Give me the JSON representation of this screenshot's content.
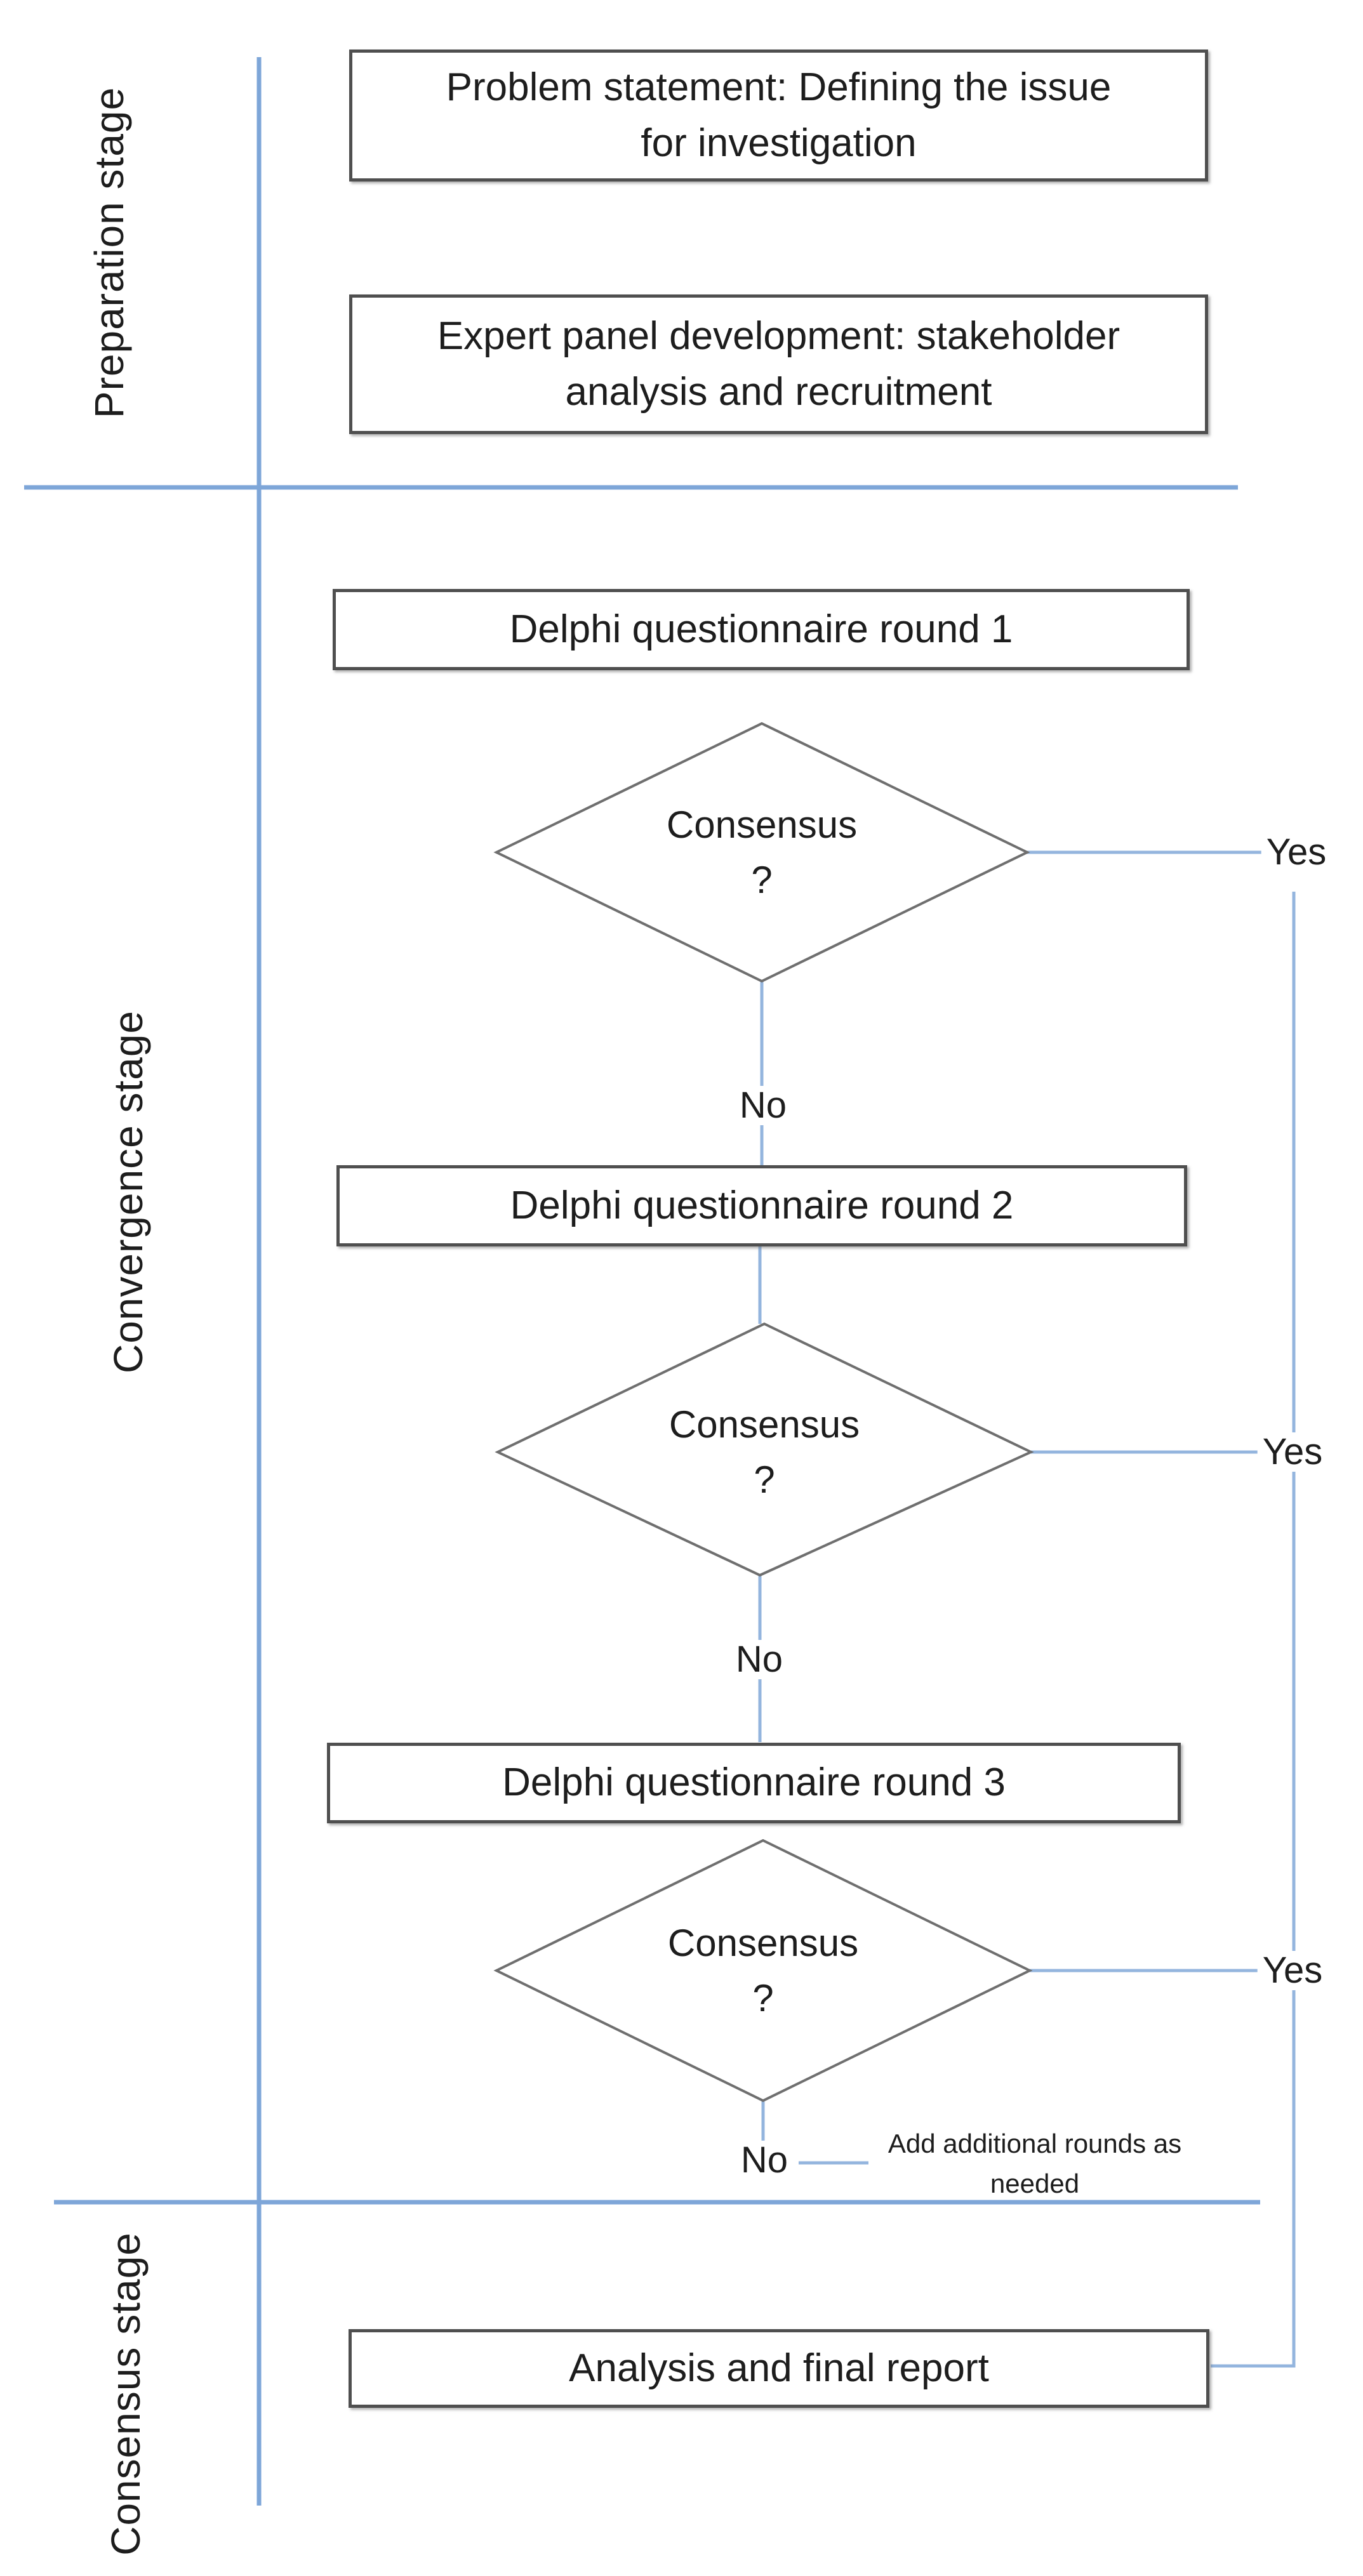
{
  "title": "Delphi process flowchart",
  "colors": {
    "accent_blue_strong": "#7ea6d8",
    "accent_blue_light": "#94b5de",
    "box_border_gray": "#4f4f4f",
    "diamond_border_gray": "#6f6f6f",
    "text_color": "#1d1d1d"
  },
  "stages": {
    "preparation": "Preparation stage",
    "convergence": "Convergence stage",
    "consensus": "Consensus stage"
  },
  "boxes": {
    "problem": {
      "line1": "Problem statement: Defining the issue",
      "line2": "for investigation"
    },
    "expert": {
      "line1": "Expert panel development: stakeholder",
      "line2": "analysis and recruitment"
    },
    "round1": {
      "label": "Delphi questionnaire round 1"
    },
    "round2": {
      "label": "Delphi questionnaire round 2"
    },
    "round3": {
      "label": "Delphi questionnaire round 3"
    },
    "final": {
      "label": "Analysis and final report"
    }
  },
  "decision": {
    "line1": "Consensus",
    "line2": "?"
  },
  "labels": {
    "yes": "Yes",
    "no": "No"
  },
  "note": {
    "line1": "Add additional rounds as",
    "line2": "needed"
  }
}
